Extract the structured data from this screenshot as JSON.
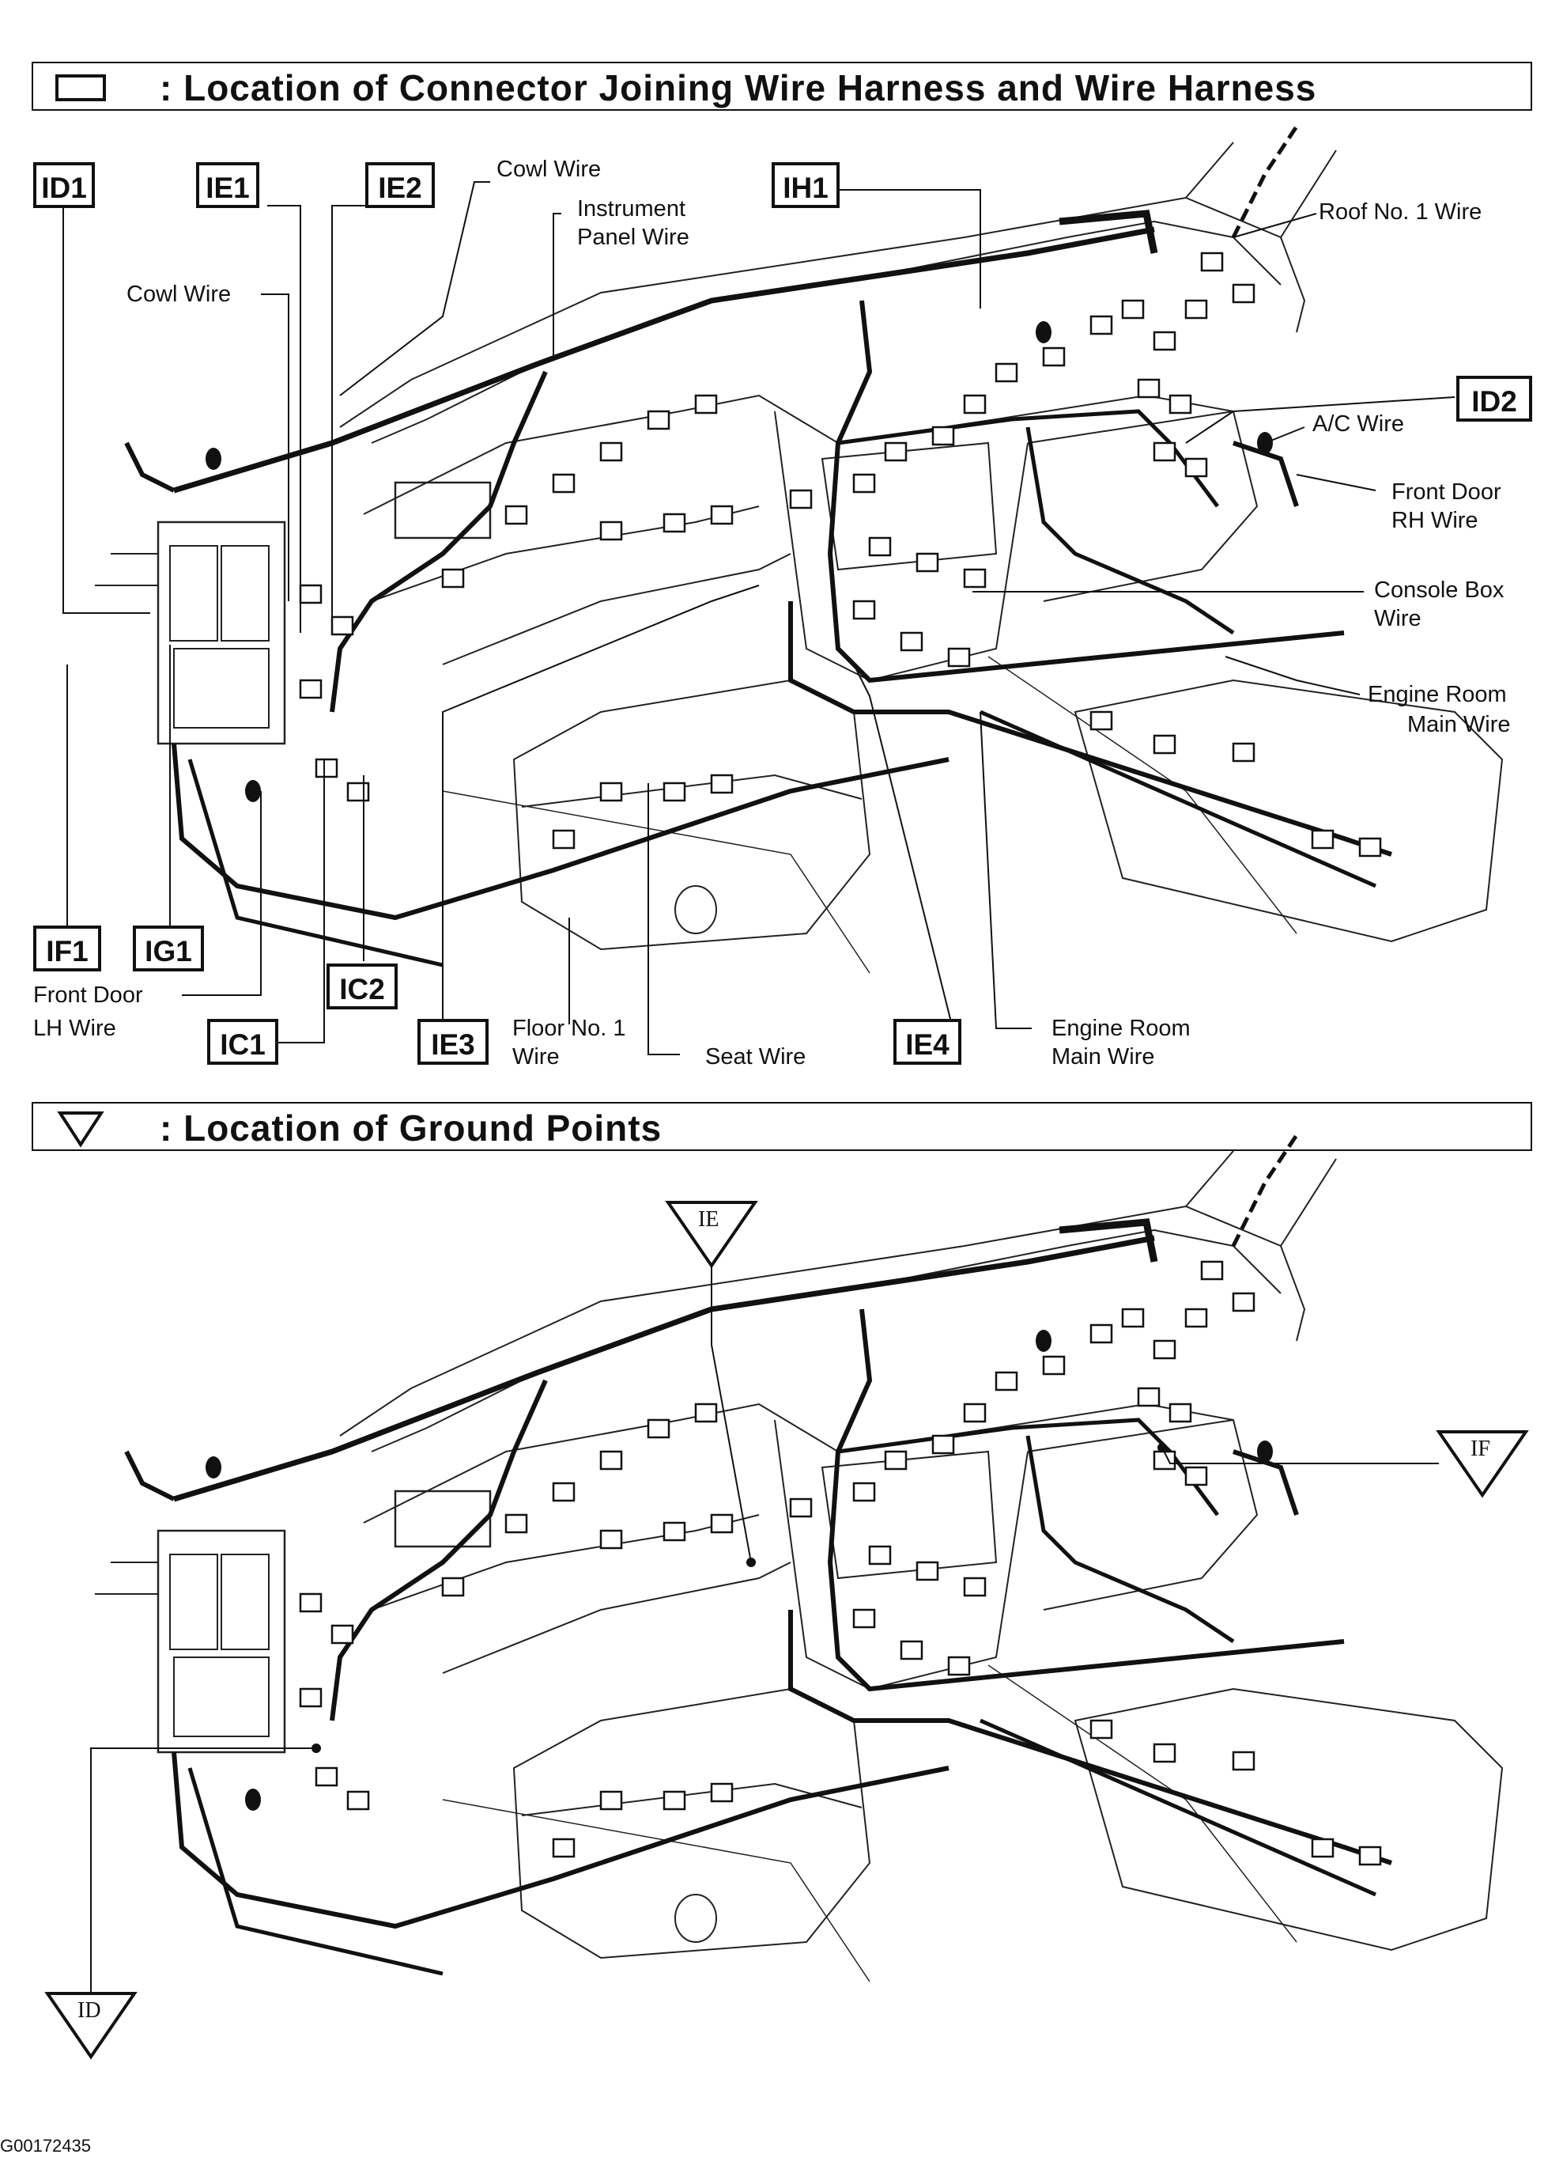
{
  "section1": {
    "symbol_icon": "square-outline-icon",
    "title": ": Location of Connector Joining Wire Harness and Wire Harness"
  },
  "section2": {
    "symbol_icon": "triangle-down-outline-icon",
    "title": ": Location of Ground Points"
  },
  "connector_codes": {
    "id1": "ID1",
    "ie1": "IE1",
    "ie2": "IE2",
    "ih1": "IH1",
    "id2": "ID2",
    "if1": "IF1",
    "ig1": "IG1",
    "ic2": "IC2",
    "ic1": "IC1",
    "ie3": "IE3",
    "ie4": "IE4"
  },
  "wire_labels": {
    "cowl_wire_top": "Cowl Wire",
    "instrument_panel_wire_1": "Instrument",
    "instrument_panel_wire_2": "Panel Wire",
    "cowl_wire_left": "Cowl Wire",
    "roof_no1_wire": "Roof No. 1 Wire",
    "ac_wire": "A/C Wire",
    "front_door_rh_1": "Front Door",
    "front_door_rh_2": "RH Wire",
    "console_box_1": "Console Box",
    "console_box_2": "Wire",
    "engine_room_main_right_1": "Engine Room",
    "engine_room_main_right_2": "Main Wire",
    "front_door_lh_1": "Front Door",
    "front_door_lh_2": "LH Wire",
    "floor_no1_1": "Floor No. 1",
    "floor_no1_2": "Wire",
    "seat_wire": "Seat Wire",
    "engine_room_main_bottom_1": "Engine Room",
    "engine_room_main_bottom_2": "Main Wire"
  },
  "ground_points": {
    "ie": "IE",
    "if": "IF",
    "id": "ID"
  },
  "figure_id": "G00172435"
}
